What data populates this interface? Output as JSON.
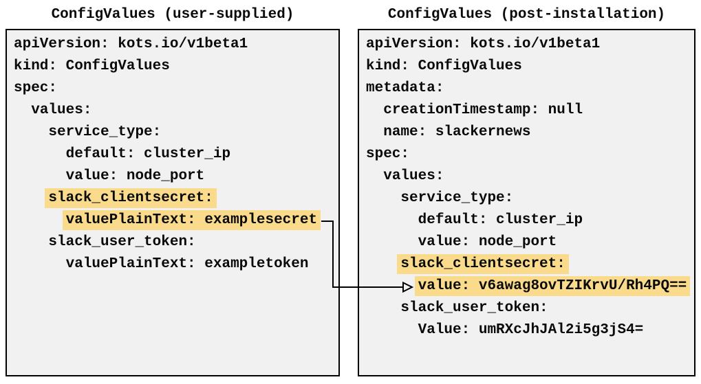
{
  "left_panel": {
    "title": "ConfigValues (user-supplied)",
    "lines": [
      {
        "text": "apiVersion: kots.io/v1beta1",
        "highlight": false
      },
      {
        "text": "kind: ConfigValues",
        "highlight": false
      },
      {
        "text": "spec:",
        "highlight": false
      },
      {
        "text": "  values:",
        "highlight": false
      },
      {
        "text": "    service_type:",
        "highlight": false
      },
      {
        "text": "      default: cluster_ip",
        "highlight": false
      },
      {
        "text": "      value: node_port",
        "highlight": false
      },
      {
        "text": "    slack_clientsecret:",
        "highlight": true
      },
      {
        "text": "      valuePlainText: examplesecret",
        "highlight": true
      },
      {
        "text": "    slack_user_token:",
        "highlight": false
      },
      {
        "text": "      valuePlainText: exampletoken",
        "highlight": false
      }
    ]
  },
  "right_panel": {
    "title": "ConfigValues (post-installation)",
    "lines": [
      {
        "text": "apiVersion: kots.io/v1beta1",
        "highlight": false
      },
      {
        "text": "kind: ConfigValues",
        "highlight": false
      },
      {
        "text": "metadata:",
        "highlight": false
      },
      {
        "text": "  creationTimestamp: null",
        "highlight": false
      },
      {
        "text": "  name: slackernews",
        "highlight": false
      },
      {
        "text": "spec:",
        "highlight": false
      },
      {
        "text": "  values:",
        "highlight": false
      },
      {
        "text": "    service_type:",
        "highlight": false
      },
      {
        "text": "      default: cluster_ip",
        "highlight": false
      },
      {
        "text": "      value: node_port",
        "highlight": false
      },
      {
        "text": "    slack_clientsecret:",
        "highlight": true
      },
      {
        "text": "      value: v6awag8ovTZIKrvU/Rh4PQ==",
        "highlight": true
      },
      {
        "text": "    slack_user_token:",
        "highlight": false
      },
      {
        "text": "      Value: umRXcJhJAl2i5g3jS4=",
        "highlight": false
      }
    ]
  },
  "connector": {
    "from_text": "valuePlainText: examplesecret",
    "to_text": "value: v6awag8ovTZIKrvU/Rh4PQ=="
  },
  "colors": {
    "highlight": "#f9db8b",
    "panel_background": "#f1f1f1",
    "border": "#000000",
    "text": "#0a0a0a"
  }
}
